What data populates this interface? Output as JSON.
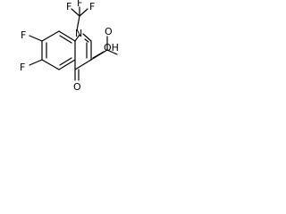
{
  "molecule": {
    "atoms": {
      "f_top_left": "F",
      "f_top_mid": "F",
      "f_top_right": "F",
      "f_ring_upper": "F",
      "f_ring_lower": "F",
      "n_ring": "N",
      "o_keto": "O",
      "o_acid": "O",
      "oh_acid": "OH"
    }
  }
}
